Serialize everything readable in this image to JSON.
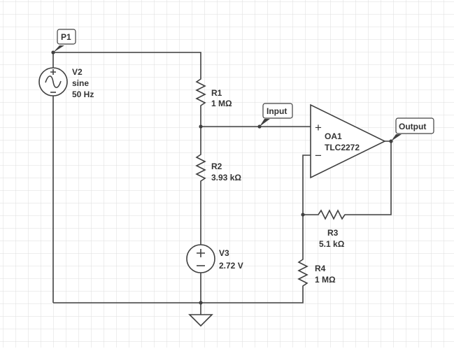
{
  "colors": {
    "background": "#ffffff",
    "grid": "#dddddd",
    "wire": "#404040",
    "text": "#333333"
  },
  "probes": {
    "p1": "P1",
    "input": "Input",
    "output": "Output"
  },
  "components": {
    "v2": {
      "name": "V2",
      "type": "sine",
      "freq": "50 Hz",
      "icon": "ac-voltage-source-icon"
    },
    "r1": {
      "name": "R1",
      "value": "1 MΩ",
      "icon": "resistor-icon"
    },
    "r2": {
      "name": "R2",
      "value": "3.93 kΩ",
      "icon": "resistor-icon"
    },
    "v3": {
      "name": "V3",
      "value": "2.72 V",
      "icon": "dc-voltage-source-icon"
    },
    "oa1": {
      "name": "OA1",
      "model": "TLC2272",
      "plus": "+",
      "minus": "−",
      "icon": "op-amp-icon"
    },
    "r3": {
      "name": "R3",
      "value": "5.1 kΩ",
      "icon": "resistor-icon"
    },
    "r4": {
      "name": "R4",
      "value": "1 MΩ",
      "icon": "resistor-icon"
    },
    "ground": {
      "icon": "ground-icon"
    }
  }
}
